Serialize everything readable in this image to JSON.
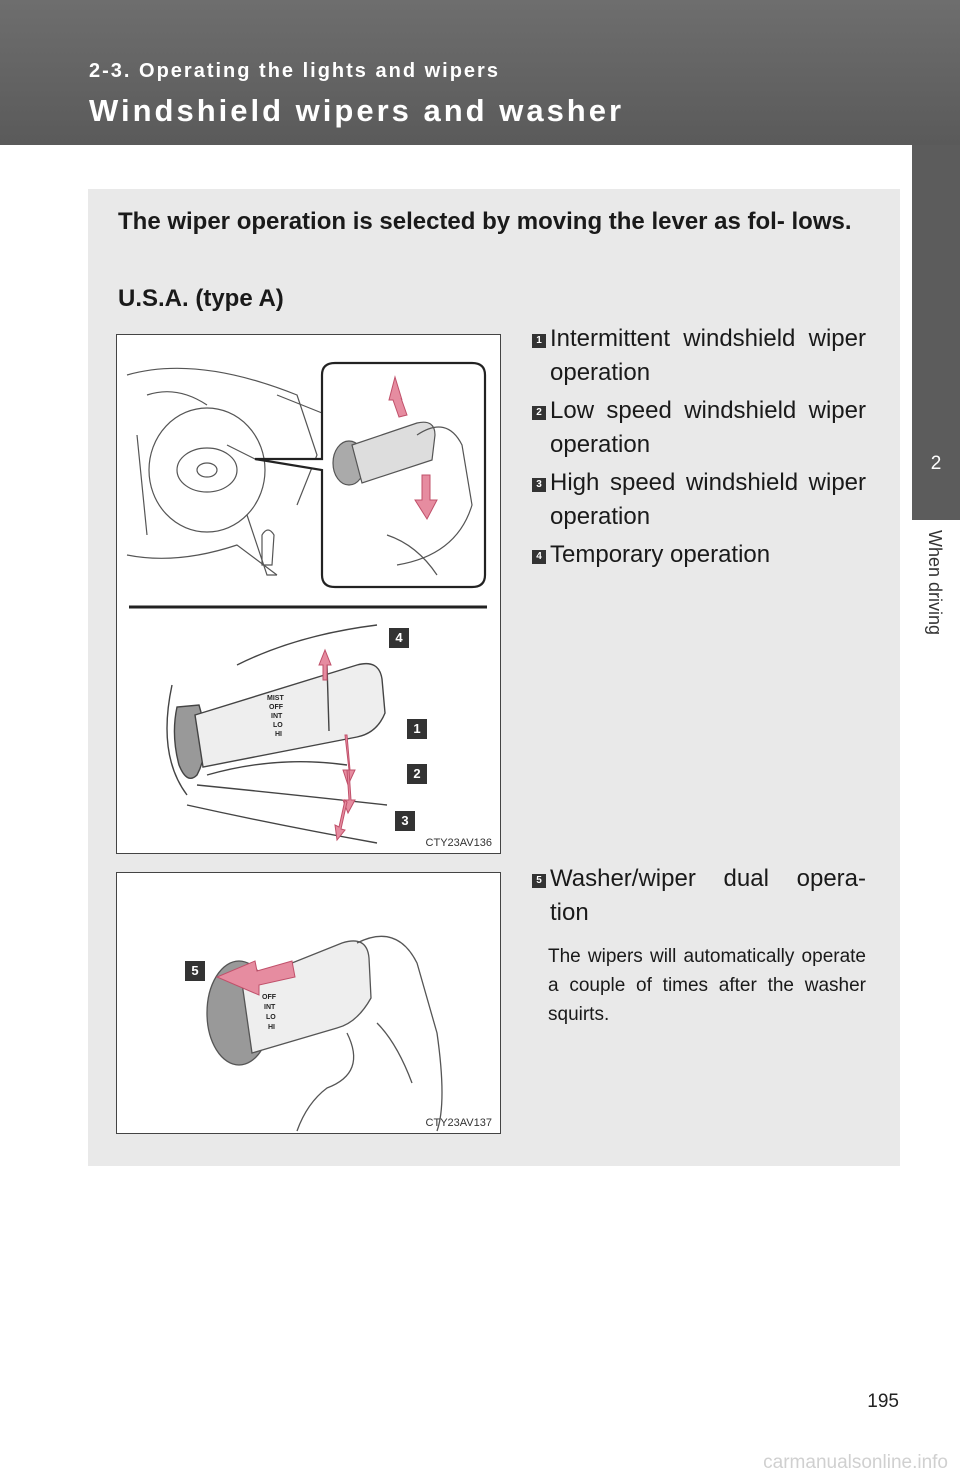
{
  "header": {
    "section_label": "2-3. Operating the lights and wipers",
    "title": "Windshield wipers and washer"
  },
  "side_tab": {
    "chapter_number": "2",
    "chapter_name": "When driving"
  },
  "intro": "The wiper operation is selected by moving the lever as fol- lows.",
  "region": "U.S.A. (type A)",
  "figures": [
    {
      "code": "CTY23AV136",
      "lever_labels": [
        "MIST",
        "OFF",
        "INT",
        "LO",
        "HI"
      ],
      "callouts": [
        "4",
        "1",
        "2",
        "3"
      ]
    },
    {
      "code": "CTY23AV137",
      "lever_labels": [
        "OFF",
        "INT",
        "LO",
        "HI"
      ],
      "callouts": [
        "5"
      ]
    }
  ],
  "items": [
    {
      "number": "1",
      "text": "Intermittent windshield wiper operation"
    },
    {
      "number": "2",
      "text": "Low speed windshield wiper operation"
    },
    {
      "number": "3",
      "text": "High speed windshield wiper operation"
    },
    {
      "number": "4",
      "text": "Temporary operation"
    }
  ],
  "item5": {
    "number": "5",
    "text": "Washer/wiper dual opera- tion",
    "note": "The wipers will automatically operate a couple of times after the washer squirts."
  },
  "page_number": "195",
  "watermark": "carmanualsonline.info",
  "colors": {
    "header": "#5f5f5f",
    "panel": "#e9e9e9",
    "arrow": "#e68ca0"
  }
}
